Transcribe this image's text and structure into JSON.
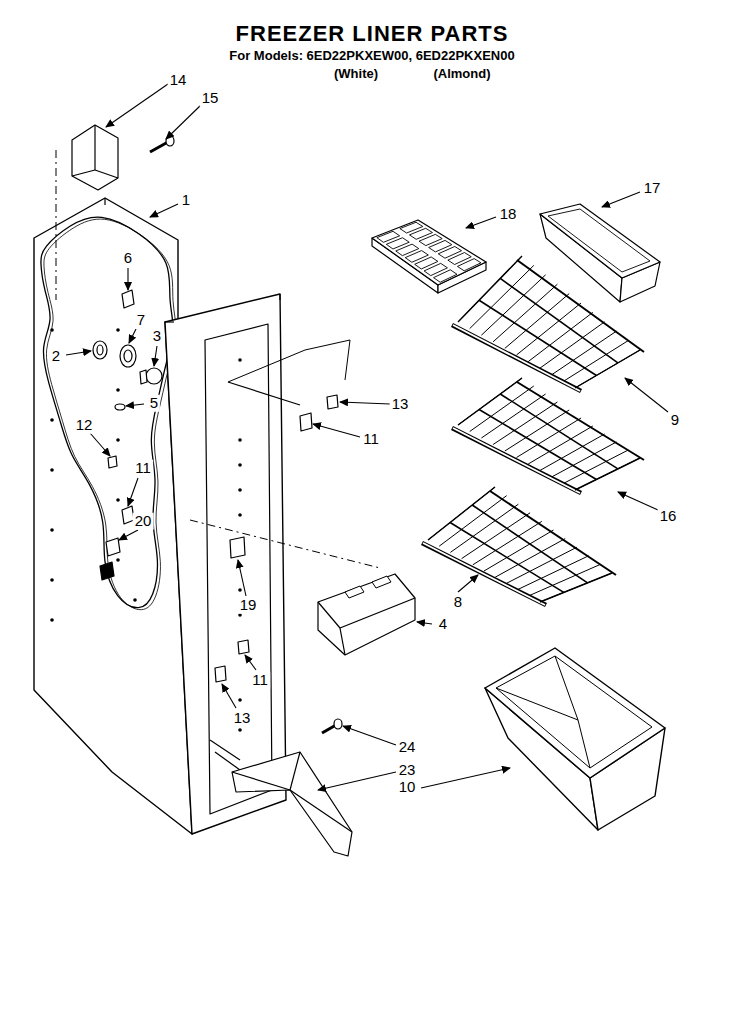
{
  "diagram": {
    "title": "FREEZER LINER PARTS",
    "labels": [
      "For Models: 6ED22PKXEW00, 6ED22PKXEN00",
      "(White)",
      "(Almond)",
      "14",
      "15",
      "1",
      "18",
      "17",
      "6",
      "7",
      "3",
      "2",
      "5",
      "13",
      "12",
      "11",
      "9",
      "11",
      "20",
      "16",
      "8",
      "19",
      "4",
      "11",
      "13",
      "24",
      "23",
      "10"
    ]
  }
}
